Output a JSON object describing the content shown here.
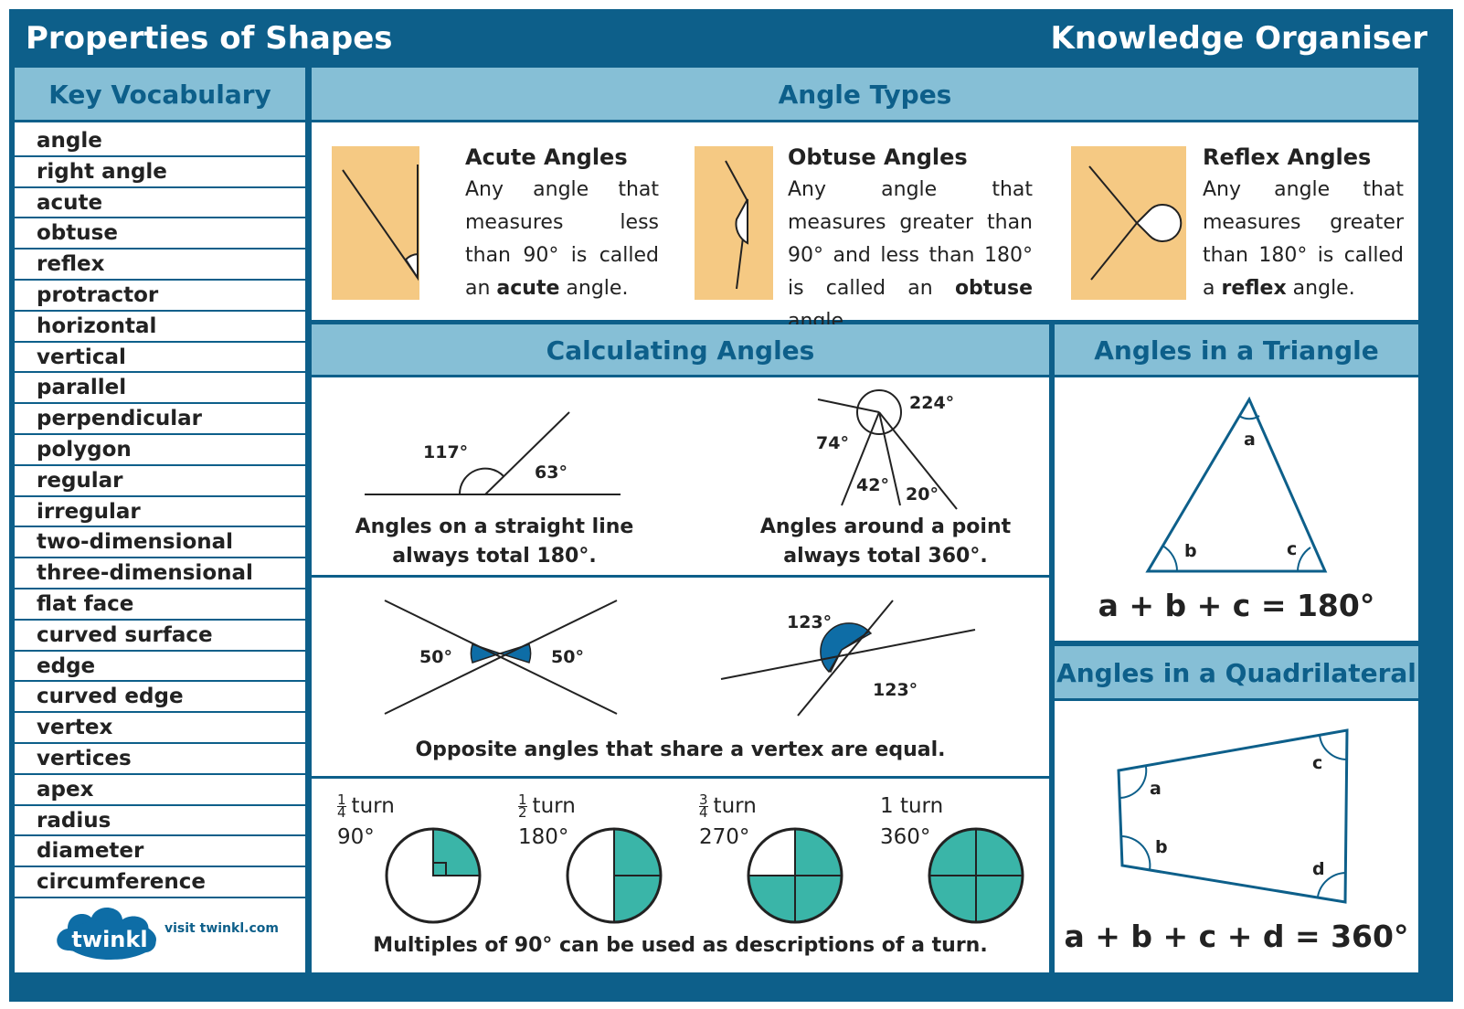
{
  "header": {
    "title": "Properties of Shapes",
    "subtitle": "Knowledge Organiser"
  },
  "vocabulary": {
    "heading": "Key Vocabulary",
    "items": [
      "angle",
      "right angle",
      "acute",
      "obtuse",
      "reflex",
      "protractor",
      "horizontal",
      "vertical",
      "parallel",
      "perpendicular",
      "polygon",
      "regular",
      "irregular",
      "two-dimensional",
      "three-dimensional",
      "flat face",
      "curved surface",
      "edge",
      "curved edge",
      "vertex",
      "vertices",
      "apex",
      "radius",
      "diameter",
      "circumference"
    ]
  },
  "logo": {
    "brand": "twinkl",
    "link_text": "visit twinkl.com"
  },
  "angle_types": {
    "heading": "Angle Types",
    "acute": {
      "title": "Acute Angles",
      "text_before": "Any angle that measures less than 90° is called an ",
      "bold": "acute",
      "text_after": " angle."
    },
    "obtuse": {
      "title": "Obtuse Angles",
      "text_before": "Any angle that measures greater than 90° and less than 180° is called an ",
      "bold": "obtuse",
      "text_after": " angle."
    },
    "reflex": {
      "title": "Reflex Angles",
      "text_before": "Any angle that measures greater than 180° is called a ",
      "bold": "reflex",
      "text_after": " angle."
    }
  },
  "calculating": {
    "heading": "Calculating Angles",
    "straight_line": {
      "angle1": "117°",
      "angle2": "63°",
      "caption_line1": "Angles on a straight line",
      "caption_line2": "always total 180°."
    },
    "around_point": {
      "angle1": "224°",
      "angle2": "74°",
      "angle3": "42°",
      "angle4": "20°",
      "caption_line1": "Angles around a point",
      "caption_line2": "always total 360°."
    },
    "opposite": {
      "left1": "50°",
      "left2": "50°",
      "right1": "123°",
      "right2": "123°",
      "caption": "Opposite angles that share a vertex are equal."
    },
    "turns": {
      "items": [
        {
          "num": "1",
          "den": "4",
          "label": "turn",
          "degrees": "90°"
        },
        {
          "num": "1",
          "den": "2",
          "label": "turn",
          "degrees": "180°"
        },
        {
          "num": "3",
          "den": "4",
          "label": "turn",
          "degrees": "270°"
        },
        {
          "num": "",
          "den": "",
          "whole": "1",
          "label": "turn",
          "degrees": "360°"
        }
      ],
      "caption": "Multiples of 90° can be used as descriptions of a turn."
    }
  },
  "triangle": {
    "heading": "Angles in a Triangle",
    "labels": {
      "a": "a",
      "b": "b",
      "c": "c"
    },
    "formula": "a + b + c = 180°"
  },
  "quadrilateral": {
    "heading": "Angles in a Quadrilateral",
    "labels": {
      "a": "a",
      "b": "b",
      "c": "c",
      "d": "d"
    },
    "formula": "a + b + c + d = 360°"
  },
  "colors": {
    "frame": "#0d5f8a",
    "heading_bg": "#86bfd6",
    "angle_fill": "#f5c983",
    "turn_fill": "#3ab5a8",
    "angle_blue": "#0e6da6"
  }
}
